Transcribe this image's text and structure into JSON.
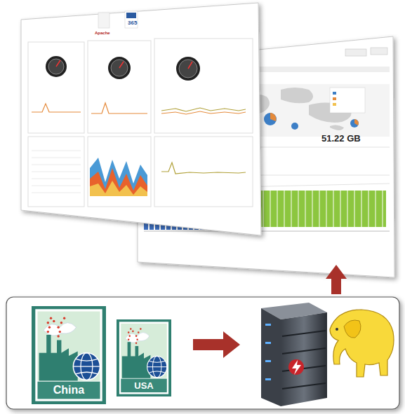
{
  "diagram": {
    "nodes": [
      {
        "text": [
          "China"
        ]
      },
      {
        "text": [
          "USA"
        ]
      }
    ],
    "labels": [
      "Apache",
      "365",
      "51.22 GB"
    ]
  }
}
